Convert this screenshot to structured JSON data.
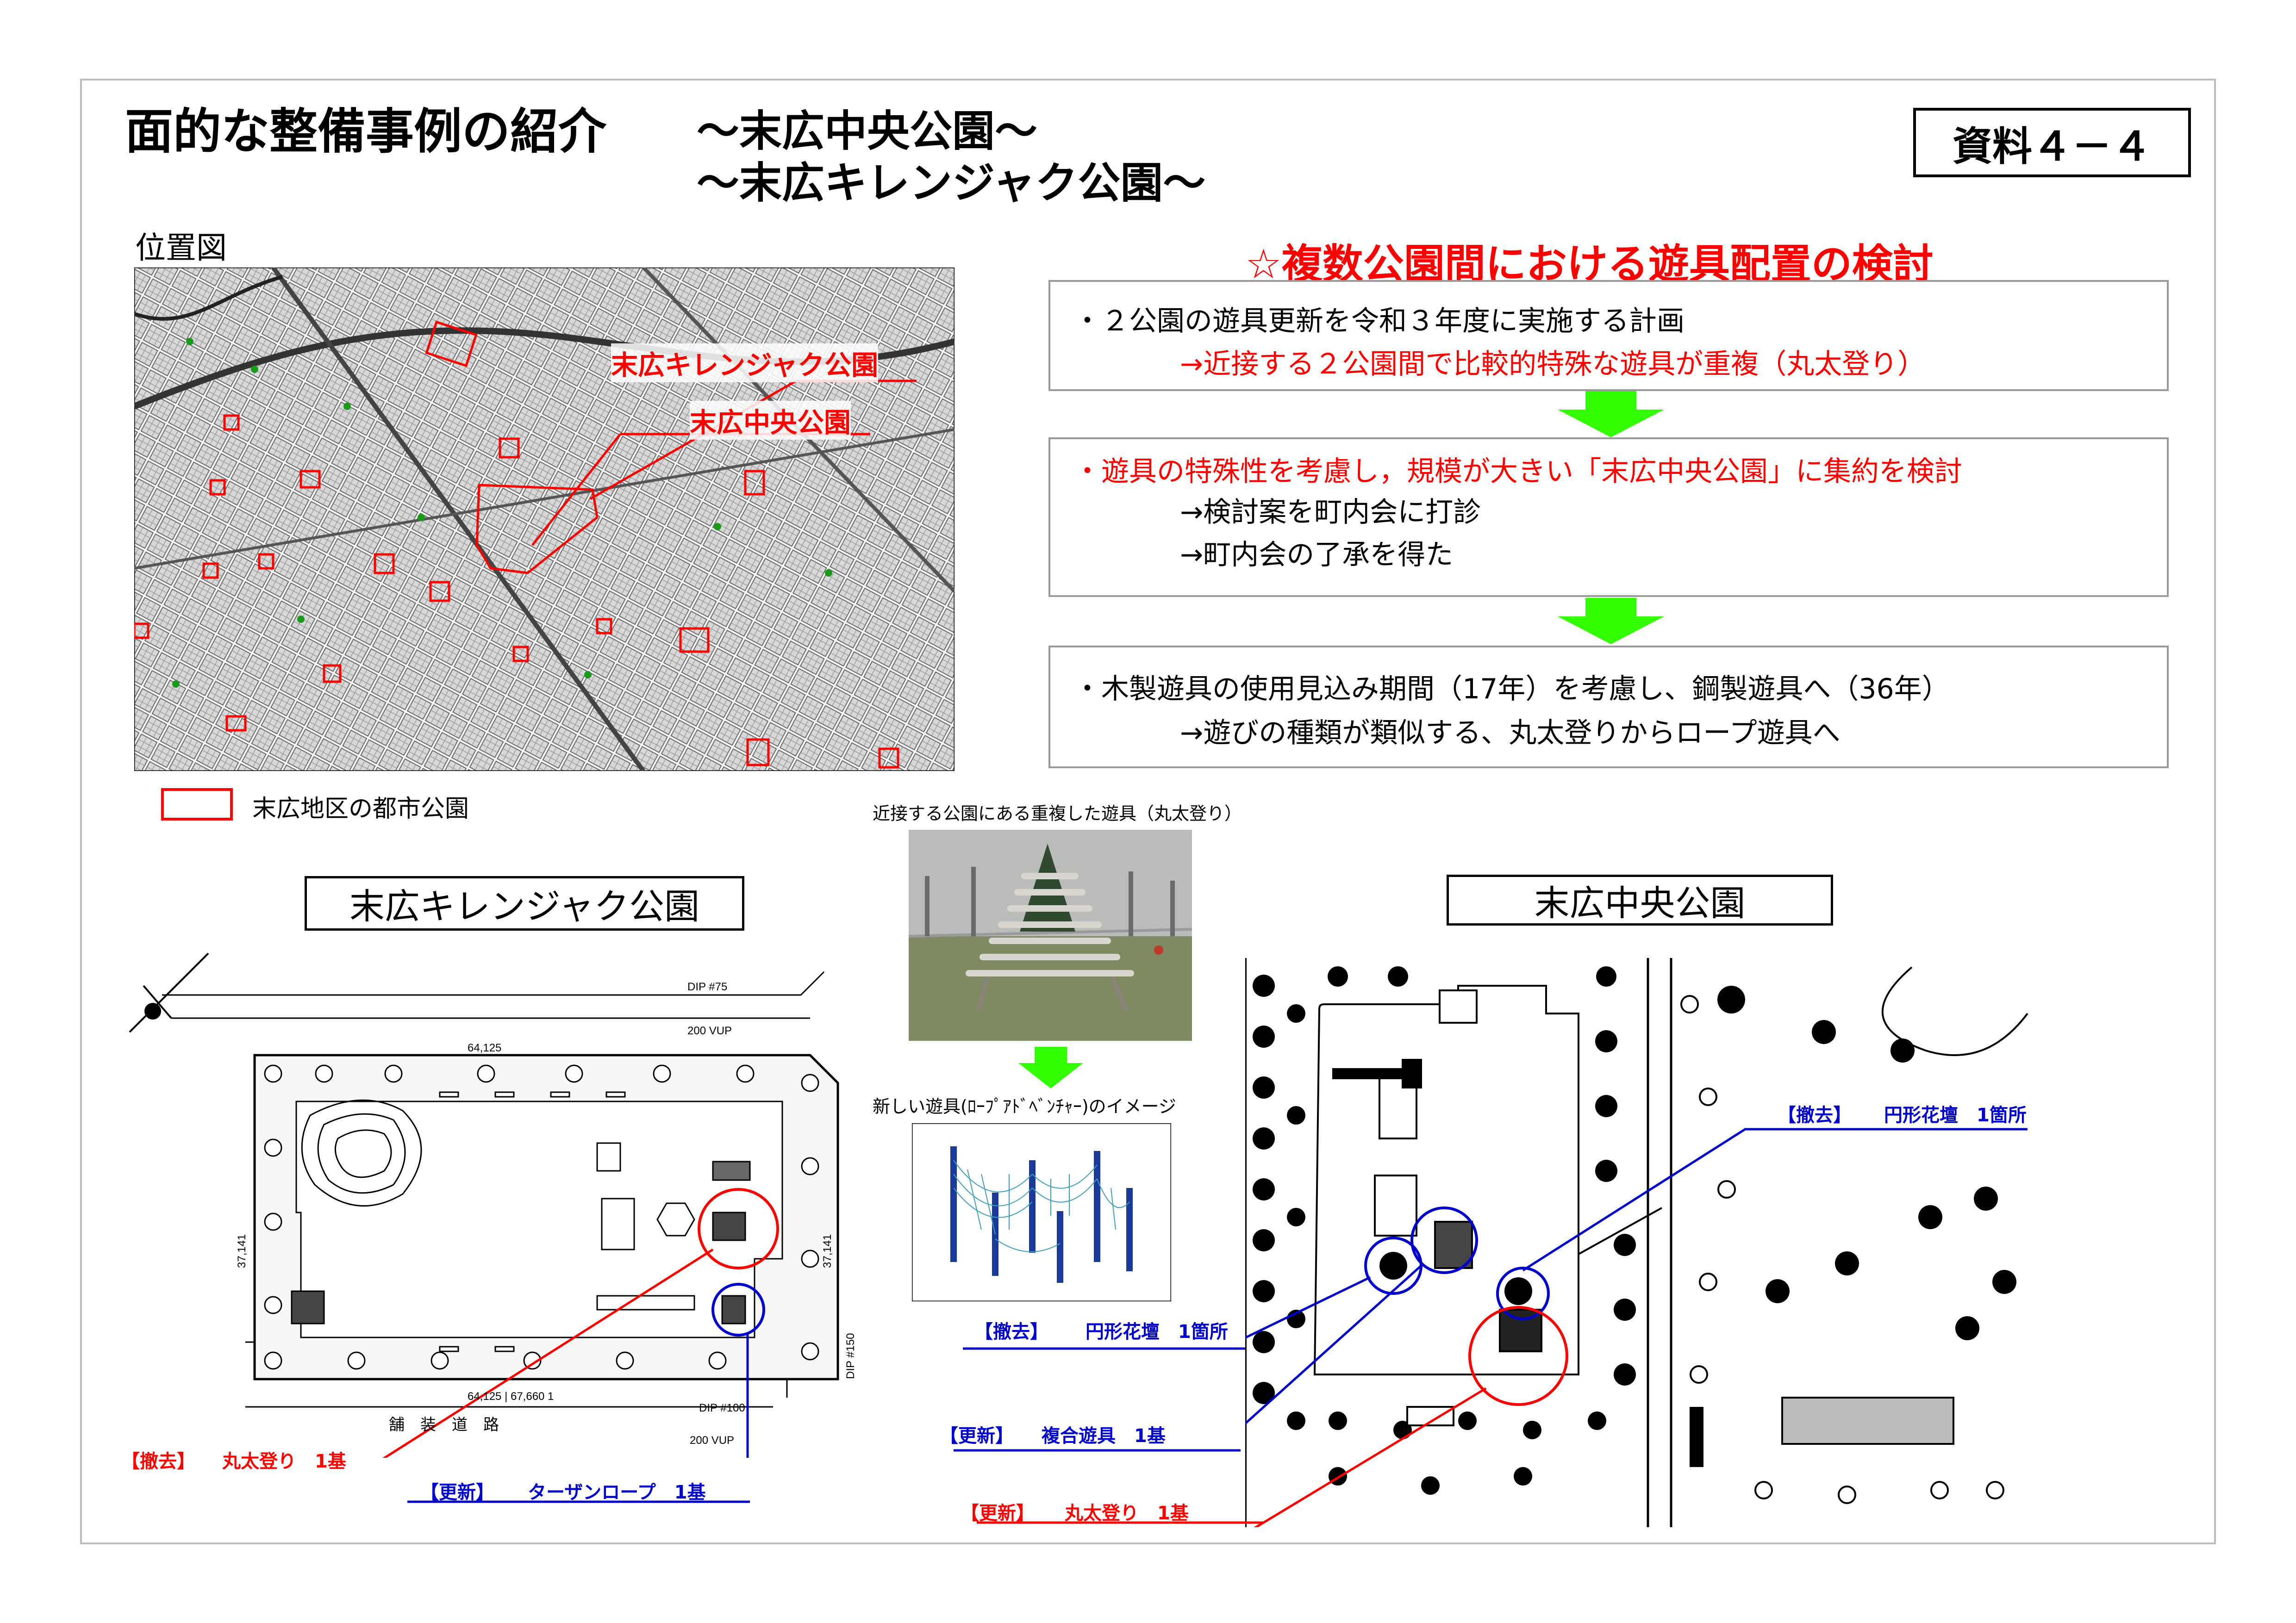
{
  "header": {
    "title": "面的な整備事例の紹介",
    "subtitle_1": "～末広中央公園～",
    "subtitle_2": "～末広キレンジャク公園～",
    "doc_label": "資料４－４"
  },
  "location_map": {
    "label": "位置図",
    "park_label_1": "末広キレンジャク公園",
    "park_label_2": "末広中央公園",
    "legend_text": "末広地区の都市公園"
  },
  "study": {
    "heading": "☆複数公園間における遊具配置の検討",
    "box1": {
      "line1": "・２公園の遊具更新を令和３年度に実施する計画",
      "line2": "→近接する２公園間で比較的特殊な遊具が重複（丸太登り）"
    },
    "box2": {
      "line1": "・遊具の特殊性を考慮し，規模が大きい「末広中央公園」に集約を検討",
      "line2": "→検討案を町内会に打診",
      "line3": "→町内会の了承を得た"
    },
    "box3": {
      "line1": "・木製遊具の使用見込み期間（17年）を考慮し、鋼製遊具へ（36年）",
      "line2": "→遊びの種類が類似する、丸太登りからロープ遊具へ"
    }
  },
  "photos": {
    "caption_existing": "近接する公園にある重複した遊具（丸太登り）",
    "caption_new": "新しい遊具(ﾛｰﾌﾟｱﾄﾞﾍﾞﾝﾁｬｰ)のイメージ"
  },
  "park_kirenjaku": {
    "title": "末広キレンジャク公園",
    "ann_removed_label": "【撤去】",
    "ann_removed_text": "丸太登り　1基",
    "ann_renewed_label": "【更新】",
    "ann_renewed_text": "ターザンロープ　1基",
    "plan_texts": {
      "dip75": "DIP #75",
      "vup200": "200 VUP",
      "road": "舗　装　道　路",
      "dip100": "DIP #100",
      "dip150": "DIP #150",
      "dim_top": "64,125",
      "dim_bottom": "64,125 | 67,660 1",
      "dim_left": "37,141",
      "dim_right": "37,141"
    }
  },
  "park_chuo": {
    "title": "末広中央公園",
    "ann_flowerbed_top_label": "【撤去】",
    "ann_flowerbed_top_text": "円形花壇　1箇所",
    "ann_flowerbed_left_label": "【撤去】",
    "ann_flowerbed_left_text": "円形花壇　1箇所",
    "ann_combined_label": "【更新】",
    "ann_combined_text": "複合遊具　1基",
    "ann_log_label": "【更新】",
    "ann_log_text": "丸太登り　1基"
  },
  "colors": {
    "accent_red": "#ff0000",
    "accent_blue": "#0000cc",
    "arrow_green": "#33ff00",
    "box_border": "#9a9a9a"
  }
}
